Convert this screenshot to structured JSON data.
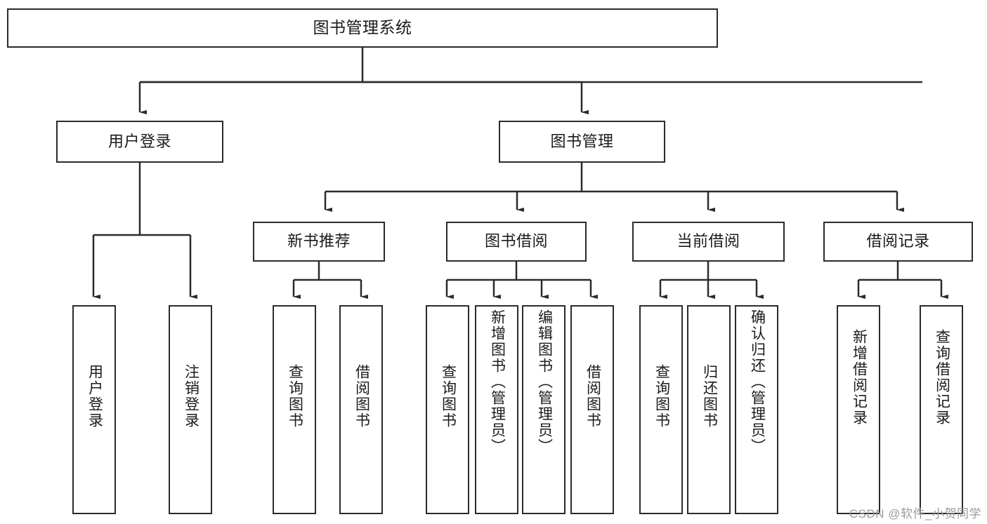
{
  "diagram": {
    "title": "图书管理系统",
    "type": "hierarchy-tree",
    "levels": 4,
    "root": {
      "label": "图书管理系统"
    },
    "level2": [
      {
        "label": "用户登录"
      },
      {
        "label": "图书管理"
      }
    ],
    "level3": [
      {
        "label": "新书推荐"
      },
      {
        "label": "图书借阅"
      },
      {
        "label": "当前借阅"
      },
      {
        "label": "借阅记录"
      }
    ],
    "leaves": [
      {
        "label": "用户登录",
        "parent": "用户登录"
      },
      {
        "label": "注销登录",
        "parent": "用户登录"
      },
      {
        "label": "查询图书",
        "parent": "新书推荐"
      },
      {
        "label": "借阅图书",
        "parent": "新书推荐"
      },
      {
        "label": "查询图书",
        "parent": "图书借阅"
      },
      {
        "label": "新增图书（管理员）",
        "parent": "图书借阅"
      },
      {
        "label": "编辑图书（管理员）",
        "parent": "图书借阅"
      },
      {
        "label": "借阅图书",
        "parent": "图书借阅"
      },
      {
        "label": "查询图书",
        "parent": "当前借阅"
      },
      {
        "label": "归还图书",
        "parent": "当前借阅"
      },
      {
        "label": "确认归还（管理员）",
        "parent": "当前借阅"
      },
      {
        "label": "新增借阅记录",
        "parent": "借阅记录"
      },
      {
        "label": "查询借阅记录",
        "parent": "借阅记录"
      }
    ]
  },
  "watermark": {
    "text": "CSDN @软件_小贺同学"
  },
  "colors": {
    "stroke": "#2b2b2b",
    "text": "#1b1b1b",
    "background": "#ffffff",
    "watermark": "#9a9a9a"
  }
}
